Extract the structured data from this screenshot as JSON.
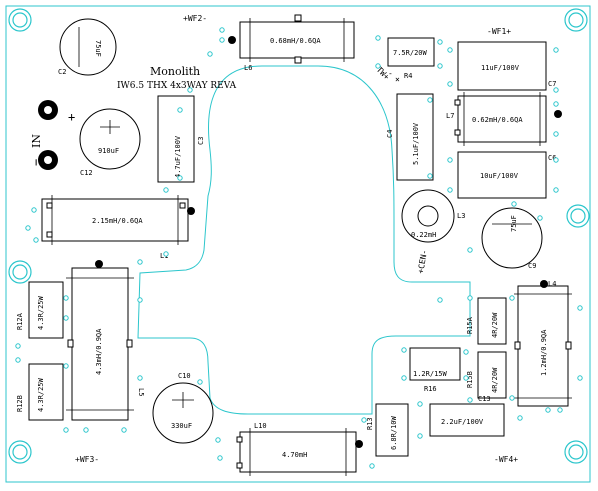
{
  "brand": "Monolith",
  "board_title": "IW6.5 THX 4x3WAY REVA",
  "connectors": {
    "wf2": "+WF2-",
    "wf1": "-WF1+",
    "wf3": "+WF3-",
    "wf4": "-WF4+",
    "tw": "TW+",
    "tw_minus": "-",
    "tw_x": "×",
    "cen": "+CEN-",
    "input": "IN",
    "plus": "+",
    "minus": "−"
  },
  "components": {
    "c2": {
      "ref": "C2",
      "value": "75uF"
    },
    "c12": {
      "ref": "C12",
      "value": "910uF"
    },
    "c3": {
      "ref": "C3",
      "value": "4.7uF/100V"
    },
    "l6": {
      "ref": "L6",
      "value": "0.68mH/0.6QA"
    },
    "r4": {
      "ref": "R4",
      "value": "7.5R/20W"
    },
    "c7": {
      "ref": "C7",
      "value": "11uF/100V"
    },
    "l7": {
      "ref": "L7",
      "value": "0.62mH/0.6QA"
    },
    "c4": {
      "ref": "C4",
      "value": "5.1uF/100V"
    },
    "c6": {
      "ref": "C6",
      "value": "10uF/100V"
    },
    "l3": {
      "ref": "L3",
      "value": "0.22mH"
    },
    "c9": {
      "ref": "C9",
      "value": "75uF"
    },
    "l1": {
      "ref": "L1",
      "value": "2.15mH/0.6QA"
    },
    "r12a": {
      "ref": "R12A",
      "value": "4.3R/25W"
    },
    "r12b": {
      "ref": "R12B",
      "value": "4.3R/25W"
    },
    "l5": {
      "ref": "L5",
      "value": "4.3mH/0.9QA"
    },
    "c10": {
      "ref": "C10",
      "value": "330uF"
    },
    "l10": {
      "ref": "L10",
      "value": "4.70mH"
    },
    "r13": {
      "ref": "R13",
      "value": "6.8R/10W"
    },
    "r16": {
      "ref": "R16",
      "value": "1.2R/15W"
    },
    "r15a": {
      "ref": "R15A",
      "value": "4R/20W"
    },
    "r15b": {
      "ref": "R15B",
      "value": "4R/20W"
    },
    "c13": {
      "ref": "C13",
      "value": "2.2uF/100V"
    },
    "l4": {
      "ref": "L4",
      "value": "1.2mH/0.9QA"
    }
  },
  "colors": {
    "outline": "#2cc6cc",
    "ink": "#000000",
    "background": "#ffffff"
  }
}
